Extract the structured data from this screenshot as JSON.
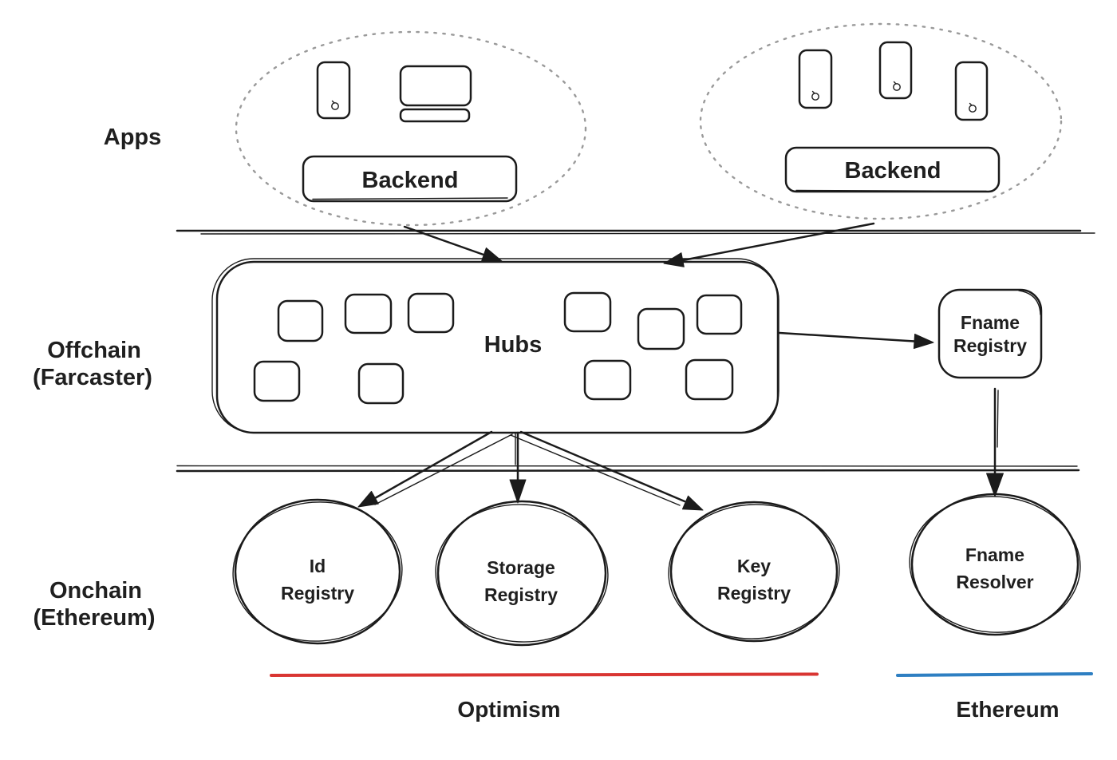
{
  "diagram": {
    "layer_labels": {
      "apps": "Apps",
      "offchain_line1": "Offchain",
      "offchain_line2": "(Farcaster)",
      "onchain_line1": "Onchain",
      "onchain_line2": "(Ethereum)"
    },
    "apps_layer": {
      "left_cluster": {
        "backend_label": "Backend",
        "icons": [
          "phone-icon",
          "monitor-icon"
        ]
      },
      "right_cluster": {
        "backend_label": "Backend",
        "icons": [
          "phone-icon",
          "phone-icon",
          "phone-icon"
        ]
      }
    },
    "offchain_layer": {
      "hubs_label": "Hubs",
      "hub_node_count": 10,
      "fname_registry_line1": "Fname",
      "fname_registry_line2": "Registry"
    },
    "onchain_layer": {
      "id_registry": {
        "line1": "Id",
        "line2": "Registry"
      },
      "storage_registry": {
        "line1": "Storage",
        "line2": "Registry"
      },
      "key_registry": {
        "line1": "Key",
        "line2": "Registry"
      },
      "fname_resolver": {
        "line1": "Fname",
        "line2": "Resolver"
      }
    },
    "chain_labels": {
      "optimism": "Optimism",
      "ethereum": "Ethereum"
    },
    "colors": {
      "ink": "#1b1b1b",
      "dotted_outline": "#9a9a9a",
      "optimism_red": "#d93532",
      "ethereum_blue": "#2e7fc2"
    }
  }
}
